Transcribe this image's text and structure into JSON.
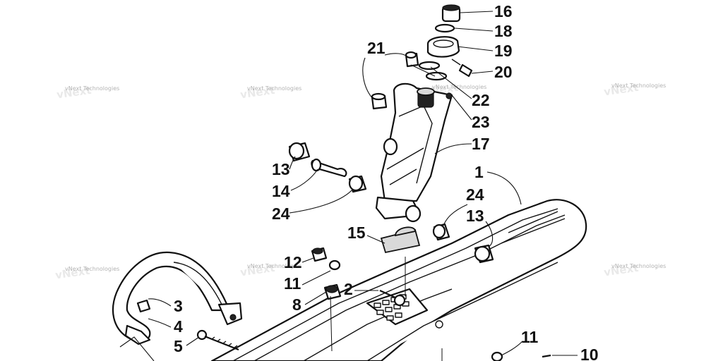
{
  "watermark": {
    "text": "vNext Technologies"
  },
  "callouts": [
    {
      "id": "c16a",
      "label": "16"
    },
    {
      "id": "c18",
      "label": "18"
    },
    {
      "id": "c19",
      "label": "19"
    },
    {
      "id": "c20",
      "label": "20"
    },
    {
      "id": "c21",
      "label": "21"
    },
    {
      "id": "c22",
      "label": "22"
    },
    {
      "id": "c23",
      "label": "23"
    },
    {
      "id": "c17",
      "label": "17"
    },
    {
      "id": "c1",
      "label": "1"
    },
    {
      "id": "c13a",
      "label": "13"
    },
    {
      "id": "c14",
      "label": "14"
    },
    {
      "id": "c24a",
      "label": "24"
    },
    {
      "id": "c24b",
      "label": "24"
    },
    {
      "id": "c13b",
      "label": "13"
    },
    {
      "id": "c15",
      "label": "15"
    },
    {
      "id": "c12",
      "label": "12"
    },
    {
      "id": "c11a",
      "label": "11"
    },
    {
      "id": "c2",
      "label": "2"
    },
    {
      "id": "c8",
      "label": "8"
    },
    {
      "id": "c3",
      "label": "3"
    },
    {
      "id": "c4",
      "label": "4"
    },
    {
      "id": "c5",
      "label": "5"
    },
    {
      "id": "c11b",
      "label": "11"
    },
    {
      "id": "c10",
      "label": "10"
    }
  ]
}
